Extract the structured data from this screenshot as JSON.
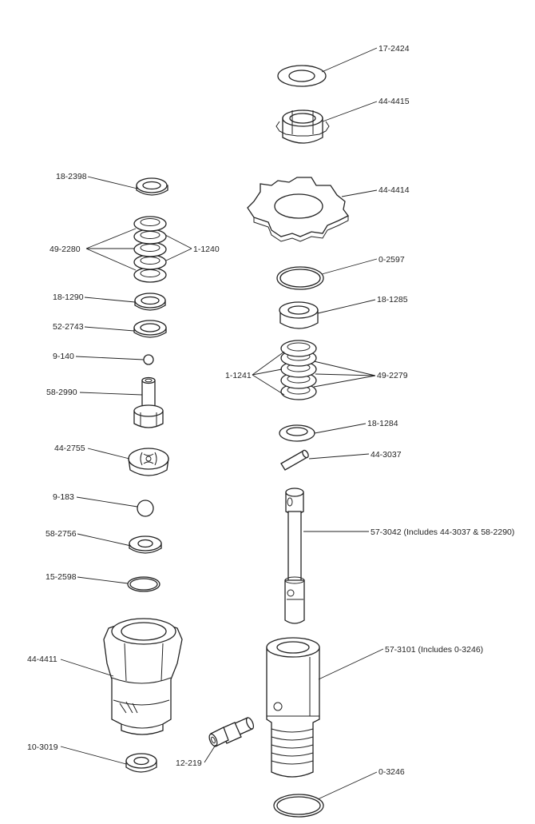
{
  "labels": {
    "p17_2424": "17-2424",
    "p44_4415": "44-4415",
    "p18_2398": "18-2398",
    "p44_4414": "44-4414",
    "p49_2280": "49-2280",
    "p1_1240": "1-1240",
    "p0_2597": "0-2597",
    "p18_1290": "18-1290",
    "p18_1285": "18-1285",
    "p52_2743": "52-2743",
    "p9_140": "9-140",
    "p1_1241": "1-1241",
    "p49_2279": "49-2279",
    "p58_2990": "58-2990",
    "p18_1284": "18-1284",
    "p44_2755": "44-2755",
    "p44_3037": "44-3037",
    "p9_183": "9-183",
    "p57_3042": "57-3042 (Includes 44-3037 & 58-2290)",
    "p58_2756": "58-2756",
    "p15_2598": "15-2598",
    "p44_4411": "44-4411",
    "p57_3101": "57-3101 (Includes 0-3246)",
    "p10_3019": "10-3019",
    "p12_219": "12-219",
    "p0_3246": "0-3246"
  }
}
